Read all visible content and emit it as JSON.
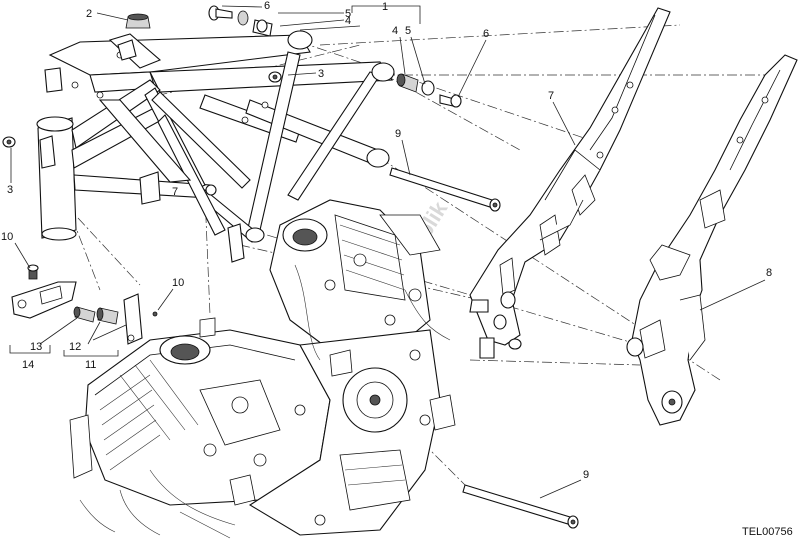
{
  "callouts": {
    "c1": "1",
    "c2": "2",
    "c3a": "3",
    "c3b": "3",
    "c4a": "4",
    "c4b": "4",
    "c5a": "5",
    "c5b": "5",
    "c6a": "6",
    "c6b": "6",
    "c7a": "7",
    "c7b": "7",
    "c8": "8",
    "c9a": "9",
    "c9b": "9",
    "c10a": "10",
    "c10b": "10",
    "c11": "11",
    "c12": "12",
    "c13": "13",
    "c14": "14"
  },
  "drawing_code": "TEL00756",
  "watermark": "PartsRepublik"
}
